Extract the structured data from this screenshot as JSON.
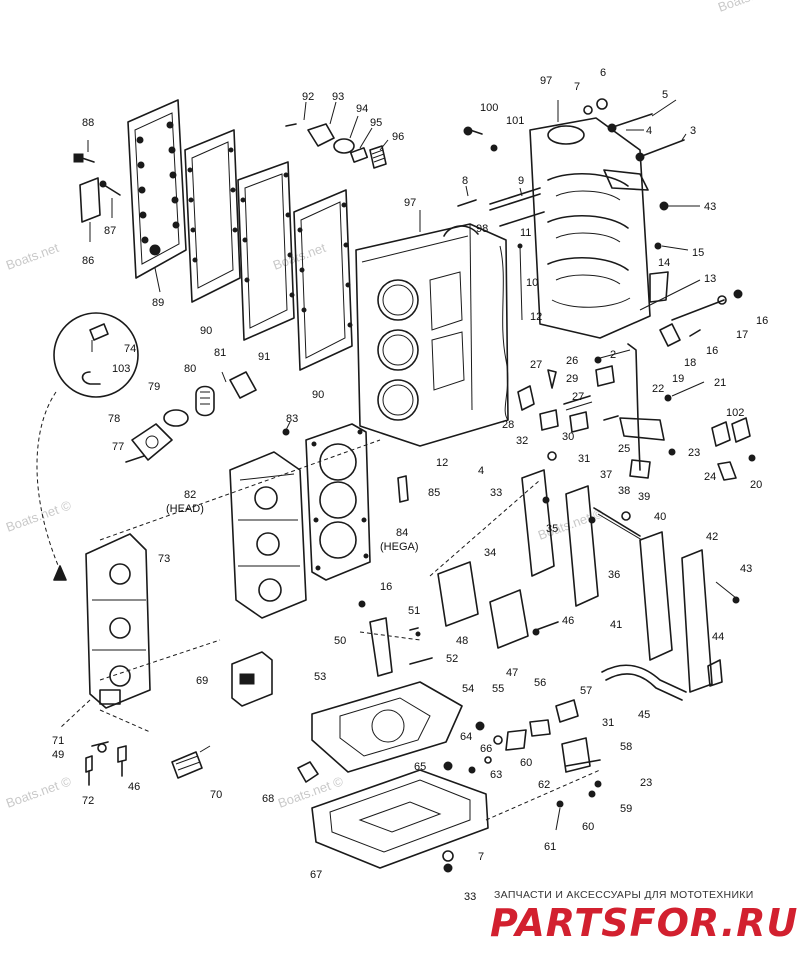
{
  "watermark_text": "Boats.net",
  "watermark_text_c": "Boats.net ©",
  "brand": {
    "tagline": "ЗАПЧАСТИ И АКСЕССУАРЫ ДЛЯ МОТОТЕХНИКИ",
    "logo": "PARTSFOR.RU",
    "color": "#d2202f"
  },
  "labels": {
    "l88": "88",
    "l87": "87",
    "l86": "86",
    "l89": "89",
    "l90": "90",
    "l91": "91",
    "l90b": "90",
    "l92": "92",
    "l93": "93",
    "l94": "94",
    "l95": "95",
    "l96": "96",
    "l100": "100",
    "l101": "101",
    "l97": "97",
    "l97b": "97",
    "l7": "7",
    "l6": "6",
    "l5": "5",
    "l4": "4",
    "l3": "3",
    "l8": "8",
    "l9": "9",
    "l98": "98",
    "l11": "11",
    "l10": "10",
    "l43": "43",
    "l15": "15",
    "l14": "14",
    "l13": "13",
    "l16": "16",
    "l17": "17",
    "l16b": "16",
    "l18": "18",
    "l12": "12",
    "l26": "26",
    "l2": "2",
    "l27": "27",
    "l29": "29",
    "l27b": "27",
    "l22": "22",
    "l19": "19",
    "l21": "21",
    "l28": "28",
    "l32": "32",
    "l30": "30",
    "l25": "25",
    "l102": "102",
    "l31": "31",
    "l23": "23",
    "l24": "24",
    "l20": "20",
    "l74": "74",
    "l103": "103",
    "l81": "81",
    "l80": "80",
    "l79": "79",
    "l78": "78",
    "l77": "77",
    "l83": "83",
    "l82": "82",
    "l82s": "(HEAD)",
    "l84": "84",
    "l84s": "(HEGA)",
    "l85": "85",
    "l12b": "12",
    "l4b": "4",
    "l33": "33",
    "l37": "37",
    "l38": "38",
    "l39": "39",
    "l40": "40",
    "l35": "35",
    "l34": "34",
    "l36": "36",
    "l42": "42",
    "l43b": "43",
    "l41": "41",
    "l44": "44",
    "l45": "45",
    "l73": "73",
    "l16c": "16",
    "l51": "51",
    "l50": "50",
    "l52": "52",
    "l48": "48",
    "l47": "47",
    "l46": "46",
    "l69": "69",
    "l53": "53",
    "l54": "54",
    "l55": "55",
    "l56": "56",
    "l57": "57",
    "l31b": "31",
    "l64": "64",
    "l66": "66",
    "l65": "65",
    "l63": "63",
    "l60": "60",
    "l62": "62",
    "l58": "58",
    "l23b": "23",
    "l59": "59",
    "l60b": "60",
    "l61": "61",
    "l71": "71",
    "l49": "49",
    "l72": "72",
    "l46b": "46",
    "l70": "70",
    "l68": "68",
    "l67": "67",
    "l7b": "7",
    "l33b": "33"
  }
}
